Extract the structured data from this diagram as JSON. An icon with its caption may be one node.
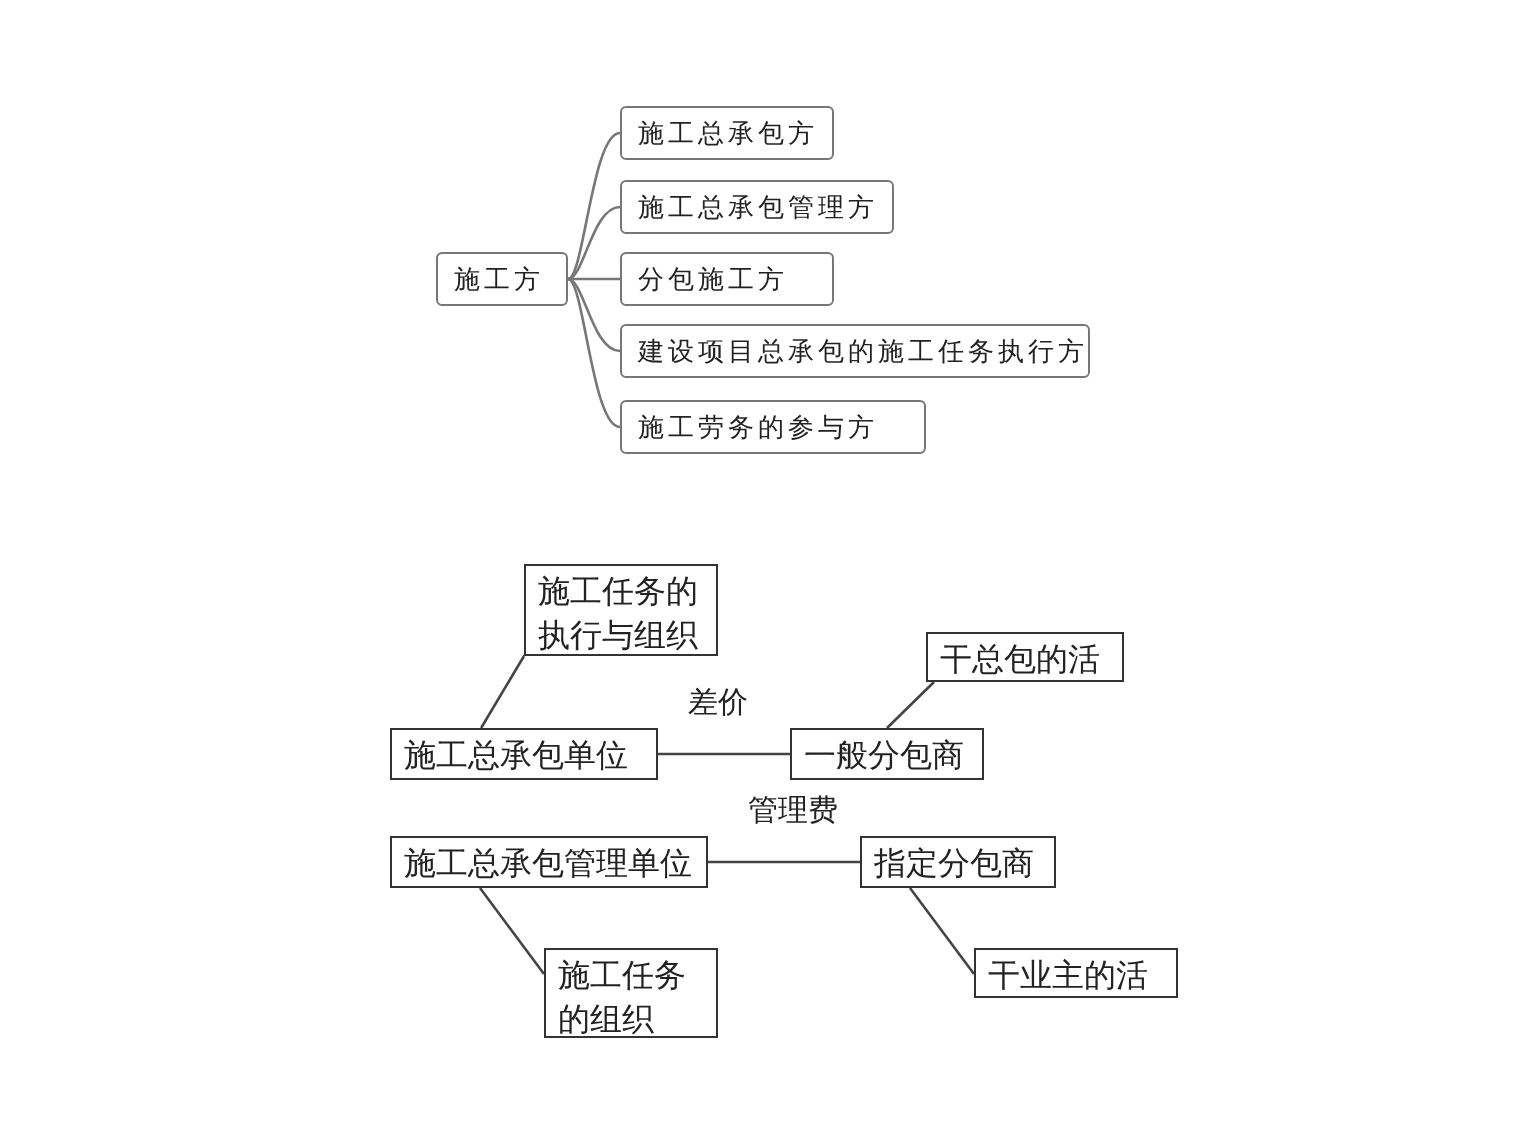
{
  "diagram": {
    "nodes": [
      {
        "text": [
          "施工方"
        ]
      },
      {
        "text": [
          "施工总承包方"
        ]
      },
      {
        "text": [
          "施工总承包管理方"
        ]
      },
      {
        "text": [
          "分包施工方"
        ]
      },
      {
        "text": [
          "建设项目总承包的施工任务执行方"
        ]
      },
      {
        "text": [
          "施工劳务的参与方"
        ]
      },
      {
        "text": [
          "施工任务的执行与组织"
        ]
      },
      {
        "text": [
          "施工总承包单位"
        ]
      },
      {
        "text": [
          "一般分包商"
        ]
      },
      {
        "text": [
          "干总包的活"
        ]
      },
      {
        "text": [
          "施工总承包管理单位"
        ]
      },
      {
        "text": [
          "指定分包商"
        ]
      },
      {
        "text": [
          "施工任务的组织"
        ]
      },
      {
        "text": [
          "干业主的活"
        ]
      }
    ],
    "edges": [
      {
        "from": 0,
        "to": 1,
        "arrow": "none"
      },
      {
        "from": 0,
        "to": 2,
        "arrow": "none"
      },
      {
        "from": 0,
        "to": 3,
        "arrow": "none"
      },
      {
        "from": 0,
        "to": 4,
        "arrow": "none"
      },
      {
        "from": 0,
        "to": 5,
        "arrow": "none"
      },
      {
        "from": 7,
        "to": 6,
        "arrow": "none"
      },
      {
        "from": 7,
        "to": 8,
        "arrow": "none",
        "label": "差价"
      },
      {
        "from": 8,
        "to": 9,
        "arrow": "none"
      },
      {
        "from": 10,
        "to": 11,
        "arrow": "none",
        "label": "管理费"
      },
      {
        "from": 10,
        "to": 12,
        "arrow": "none"
      },
      {
        "from": 11,
        "to": 13,
        "arrow": "none"
      }
    ]
  }
}
